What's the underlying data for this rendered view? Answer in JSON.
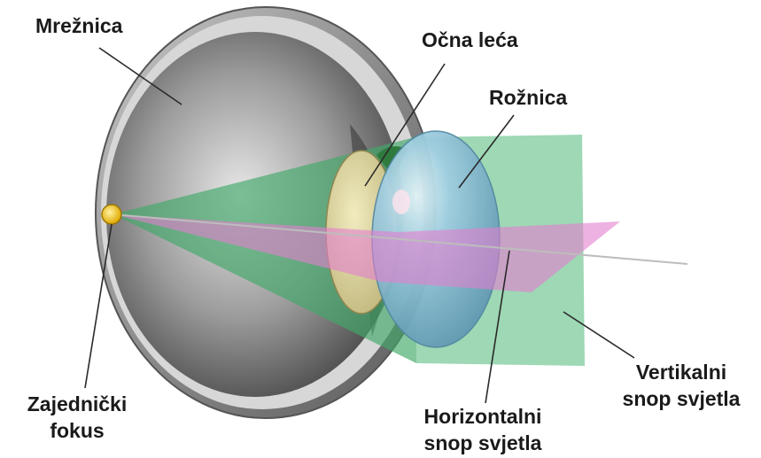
{
  "labels": {
    "retina": "Mrežnica",
    "lens": "Očna leća",
    "cornea": "Rožnica",
    "focus": [
      "Zajednički",
      "fokus"
    ],
    "horizontal_beam": [
      "Horizontalni",
      "snop svjetla"
    ],
    "vertical_beam": [
      "Vertikalni",
      "snop svjetla"
    ]
  },
  "colors": {
    "vertical_beam": "#4fb878",
    "horizontal_beam": "#e27fcf",
    "cornea": "#7fb8d2",
    "lens": "#e3d99b",
    "focus_point": "#f2c400",
    "eyeball": "#9a9a9a"
  }
}
